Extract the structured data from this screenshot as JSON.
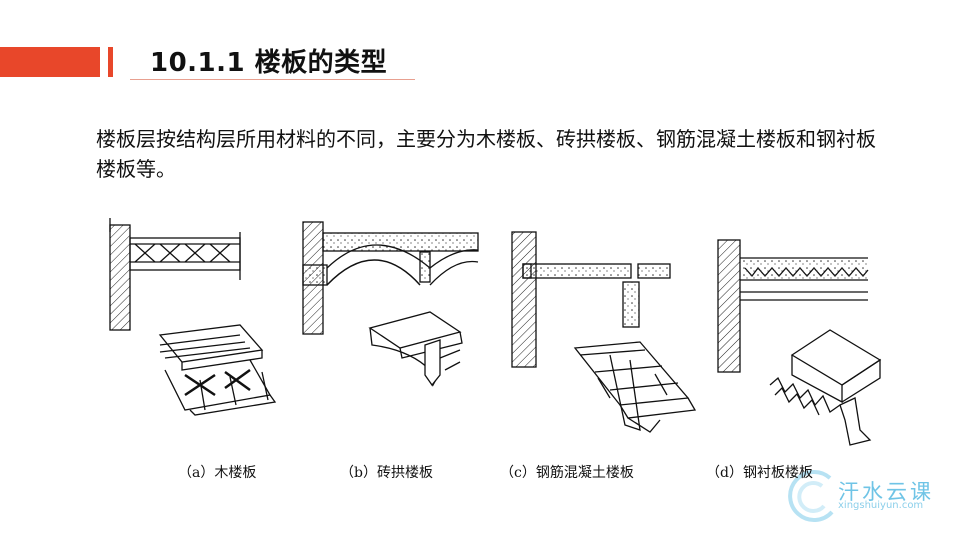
{
  "slide": {
    "title": "10.1.1  楼板的类型",
    "body": "楼板层按结构层所用材料的不同，主要分为木楼板、砖拱楼板、钢筋混凝土楼板和钢衬板楼板等。"
  },
  "figures": [
    {
      "caption": "（a）木楼板",
      "icon": "wood-floor-diagram"
    },
    {
      "caption": "（b）砖拱楼板",
      "icon": "brick-arch-floor-diagram"
    },
    {
      "caption": "（c）钢筋混凝土楼板",
      "icon": "reinforced-concrete-floor-diagram"
    },
    {
      "caption": "（d）钢衬板楼板",
      "icon": "steel-deck-floor-diagram"
    }
  ],
  "watermark": {
    "name": "汗水云课",
    "url": "xingshuiyun.com"
  },
  "colors": {
    "accent": "#e8472a",
    "watermark": "#6fc4e6"
  }
}
